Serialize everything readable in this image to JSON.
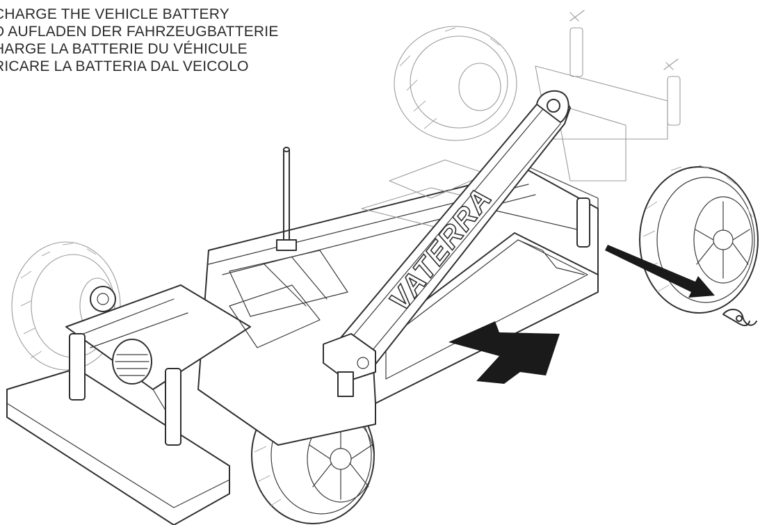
{
  "instruction": {
    "lines": [
      "CHARGE THE VEHICLE BATTERY",
      "D AUFLADEN DER FAHRZEUGBATTERIE",
      "HARGE LA BATTERIE DU VÉHICULE",
      "RICARE LA BATTERIA DAL VEICOLO"
    ]
  },
  "battery_strap": {
    "brand_text": "VATERRA"
  },
  "arrows": {
    "battery_direction": "out-right",
    "clip_direction": "out-right"
  },
  "colors": {
    "line_art": "#2f2f2f",
    "ghost_line_art": "#9a9a9a",
    "arrow_fill": "#1a1a1a",
    "background": "#ffffff"
  }
}
